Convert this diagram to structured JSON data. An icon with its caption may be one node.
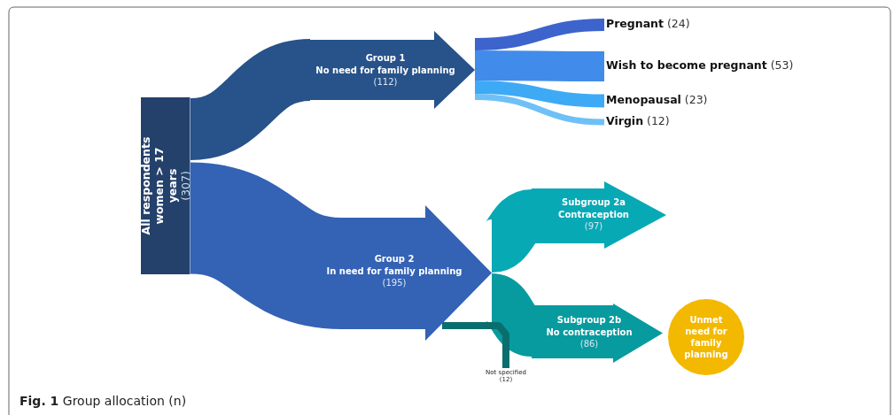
{
  "diagram": {
    "caption": "**Fig. 1** Group allocation (n)",
    "nodes": [
      {
        "text": [
          "All respondents women > 17 years",
          "(307)"
        ]
      },
      {
        "text": [
          "Group 1",
          "No need for family planning",
          "(112)"
        ]
      },
      {
        "text": [
          "Group 2",
          "In need for family planning",
          "(195)"
        ]
      },
      {
        "text": [
          "**Pregnant** (24)"
        ]
      },
      {
        "text": [
          "**Wish to become pregnant** (53)"
        ]
      },
      {
        "text": [
          "**Menopausal** (23)"
        ]
      },
      {
        "text": [
          "**Virgin** (12)"
        ]
      },
      {
        "text": [
          "Subgroup 2a",
          "Contraception",
          "(97)"
        ]
      },
      {
        "text": [
          "Subgroup 2b",
          "No contraception",
          "(86)"
        ]
      },
      {
        "text": [
          "Not specified (12)"
        ]
      },
      {
        "text": [
          "Unmet need for family planning"
        ]
      }
    ],
    "edges": [
      {
        "from": 0,
        "to": 1,
        "arrow": "none",
        "style": "thick",
        "color": "#27528a"
      },
      {
        "from": 0,
        "to": 2,
        "arrow": "none",
        "style": "thick",
        "color": "#3462b4"
      },
      {
        "from": 1,
        "to": 3,
        "arrow": "none",
        "color": "#3d63cc"
      },
      {
        "from": 1,
        "to": 4,
        "arrow": "none",
        "color": "#418bea"
      },
      {
        "from": 1,
        "to": 5,
        "arrow": "none",
        "color": "#3eaaf5"
      },
      {
        "from": 1,
        "to": 6,
        "arrow": "none",
        "color": "#6fc0f7"
      },
      {
        "from": 2,
        "to": 7,
        "arrow": "none",
        "color": "#07a9b5"
      },
      {
        "from": 2,
        "to": 8,
        "arrow": "none",
        "color": "#079b9f"
      },
      {
        "from": 2,
        "to": 9,
        "arrow": "none",
        "color": "#0b6e6e"
      }
    ]
  }
}
